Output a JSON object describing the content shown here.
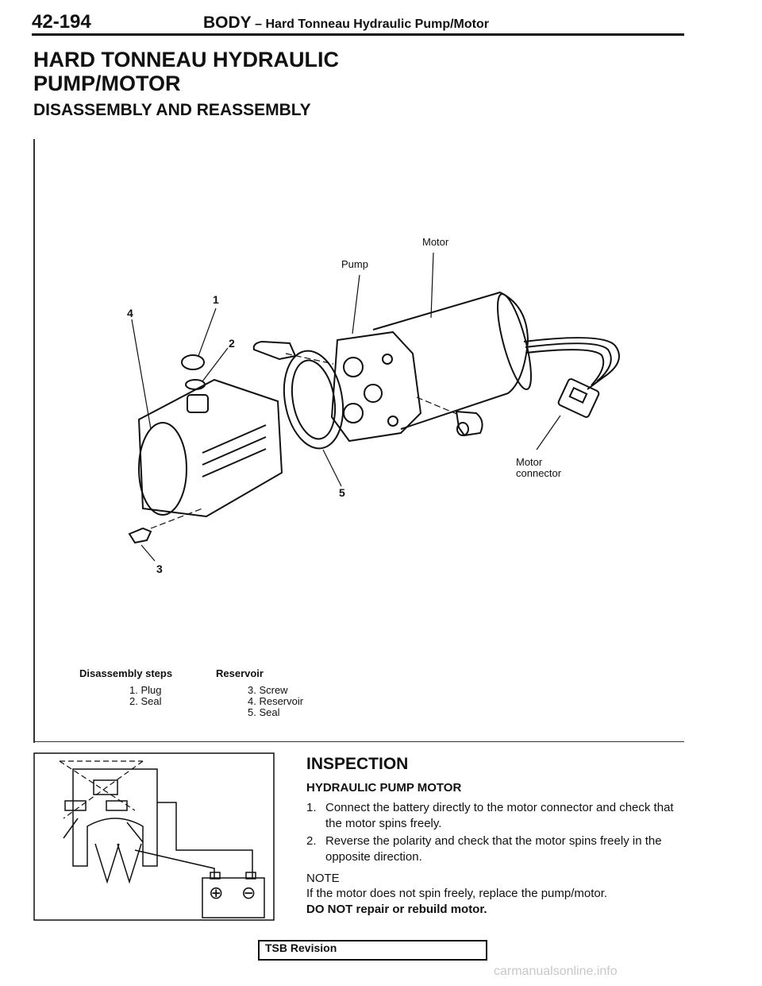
{
  "header": {
    "page_number": "42-194",
    "section": "BODY",
    "dash": " – ",
    "subtitle": "Hard Tonneau Hydraulic Pump/Motor"
  },
  "title": {
    "line1": "HARD TONNEAU HYDRAULIC",
    "line2": "PUMP/MOTOR"
  },
  "section_title": "DISASSEMBLY AND REASSEMBLY",
  "diagram": {
    "labels": {
      "motor": "Motor",
      "pump": "Pump",
      "motor_connector_1": "Motor",
      "motor_connector_2": "connector"
    },
    "callouts": [
      "1",
      "2",
      "3",
      "4",
      "5"
    ]
  },
  "steps": {
    "heading": "Disassembly steps",
    "items": [
      "1. Plug",
      "2. Seal"
    ],
    "group_heading": "Reservoir",
    "group_items": [
      "3. Screw",
      "4. Reservoir",
      "5. Seal"
    ]
  },
  "inspection": {
    "title": "INSPECTION",
    "subtitle": "HYDRAULIC PUMP MOTOR",
    "items": [
      {
        "num": "1.",
        "text": "Connect the battery directly to the motor connector and check that the motor spins freely."
      },
      {
        "num": "2.",
        "text": "Reverse the polarity and check that the motor spins freely in the opposite direction."
      }
    ],
    "note_label": "NOTE",
    "note_text": "If the motor does not spin freely, replace the pump/motor.",
    "note_warning": "DO NOT repair or rebuild motor."
  },
  "battery_symbols": {
    "plus": "⊕",
    "minus": "⊖"
  },
  "footer": {
    "tsb_label": "TSB Revision"
  },
  "watermark": "carmanualsonline.info"
}
